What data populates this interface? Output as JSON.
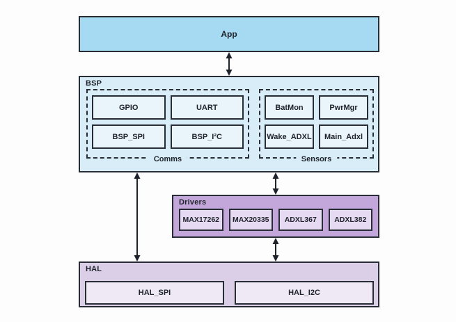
{
  "diagram": {
    "app": {
      "label": "App"
    },
    "bsp": {
      "label": "BSP",
      "comms": {
        "label": "Comms",
        "items": [
          "GPIO",
          "UART",
          "BSP_SPI",
          "BSP_I²C"
        ]
      },
      "sensors": {
        "label": "Sensors",
        "items": [
          "BatMon",
          "PwrMgr",
          "Wake_ADXL",
          "Main_Adxl"
        ]
      }
    },
    "drivers": {
      "label": "Drivers",
      "items": [
        "MAX17262",
        "MAX20335",
        "ADXL367",
        "ADXL382"
      ]
    },
    "hal": {
      "label": "HAL",
      "items": [
        "HAL_SPI",
        "HAL_I2C"
      ]
    }
  },
  "colors": {
    "app_fill": "#a6d9f2",
    "bsp_fill": "#d9edf8",
    "bsp_item_fill": "#eaf4fb",
    "drivers_fill": "#c3a6da",
    "drivers_item_fill": "#e6d9f2",
    "hal_fill": "#dbcfe8",
    "hal_item_fill": "#efe9f6",
    "border": "#272c35",
    "text": "#1e222a"
  }
}
